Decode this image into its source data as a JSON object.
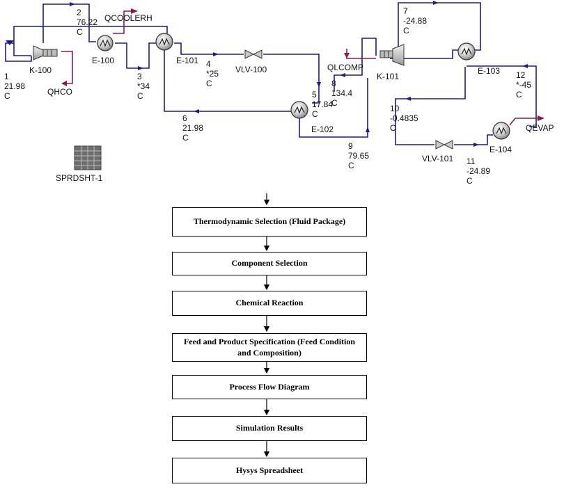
{
  "flowsheet": {
    "streams": [
      {
        "id": "1",
        "temp": "21.98",
        "unit": "C"
      },
      {
        "id": "2",
        "temp": "76.22",
        "unit": "C"
      },
      {
        "id": "3",
        "temp": "*34",
        "unit": "C"
      },
      {
        "id": "4",
        "temp": "*25",
        "unit": "C"
      },
      {
        "id": "5",
        "temp": "17.84",
        "unit": "C"
      },
      {
        "id": "6",
        "temp": "21.98",
        "unit": "C"
      },
      {
        "id": "7",
        "temp": "-24.88",
        "unit": "C"
      },
      {
        "id": "8",
        "temp": "134.4",
        "unit": "C"
      },
      {
        "id": "9",
        "temp": "79.65",
        "unit": "C"
      },
      {
        "id": "10",
        "temp": "-0.4835",
        "unit": "C"
      },
      {
        "id": "11",
        "temp": "-24.89",
        "unit": "C"
      },
      {
        "id": "12",
        "temp": "*-45",
        "unit": "C"
      }
    ],
    "units": {
      "k100": "K-100",
      "e100": "E-100",
      "e101": "E-101",
      "vlv100": "VLV-100",
      "e102": "E-102",
      "k101": "K-101",
      "e103": "E-103",
      "vlv101": "VLV-101",
      "e104": "E-104"
    },
    "energy": {
      "qcoolerh": "QCOOLERH",
      "qhco": "QHCO",
      "qlcomp": "QLCOMP",
      "qevap": "QEVAP"
    },
    "spreadsheet": "SPRDSHT-1"
  },
  "steps": [
    "Thermodynamic Selection (Fluid Package)",
    "Component Selection",
    "Chemical Reaction",
    "Feed and Product Specification (Feed Condition and Composition)",
    "Process Flow Diagram",
    "Simulation Results",
    "Hysys Spreadsheet"
  ],
  "colors": {
    "material_stream": "#1c1c8c",
    "energy_stream": "#8b1a4a",
    "box_border": "#000000"
  }
}
